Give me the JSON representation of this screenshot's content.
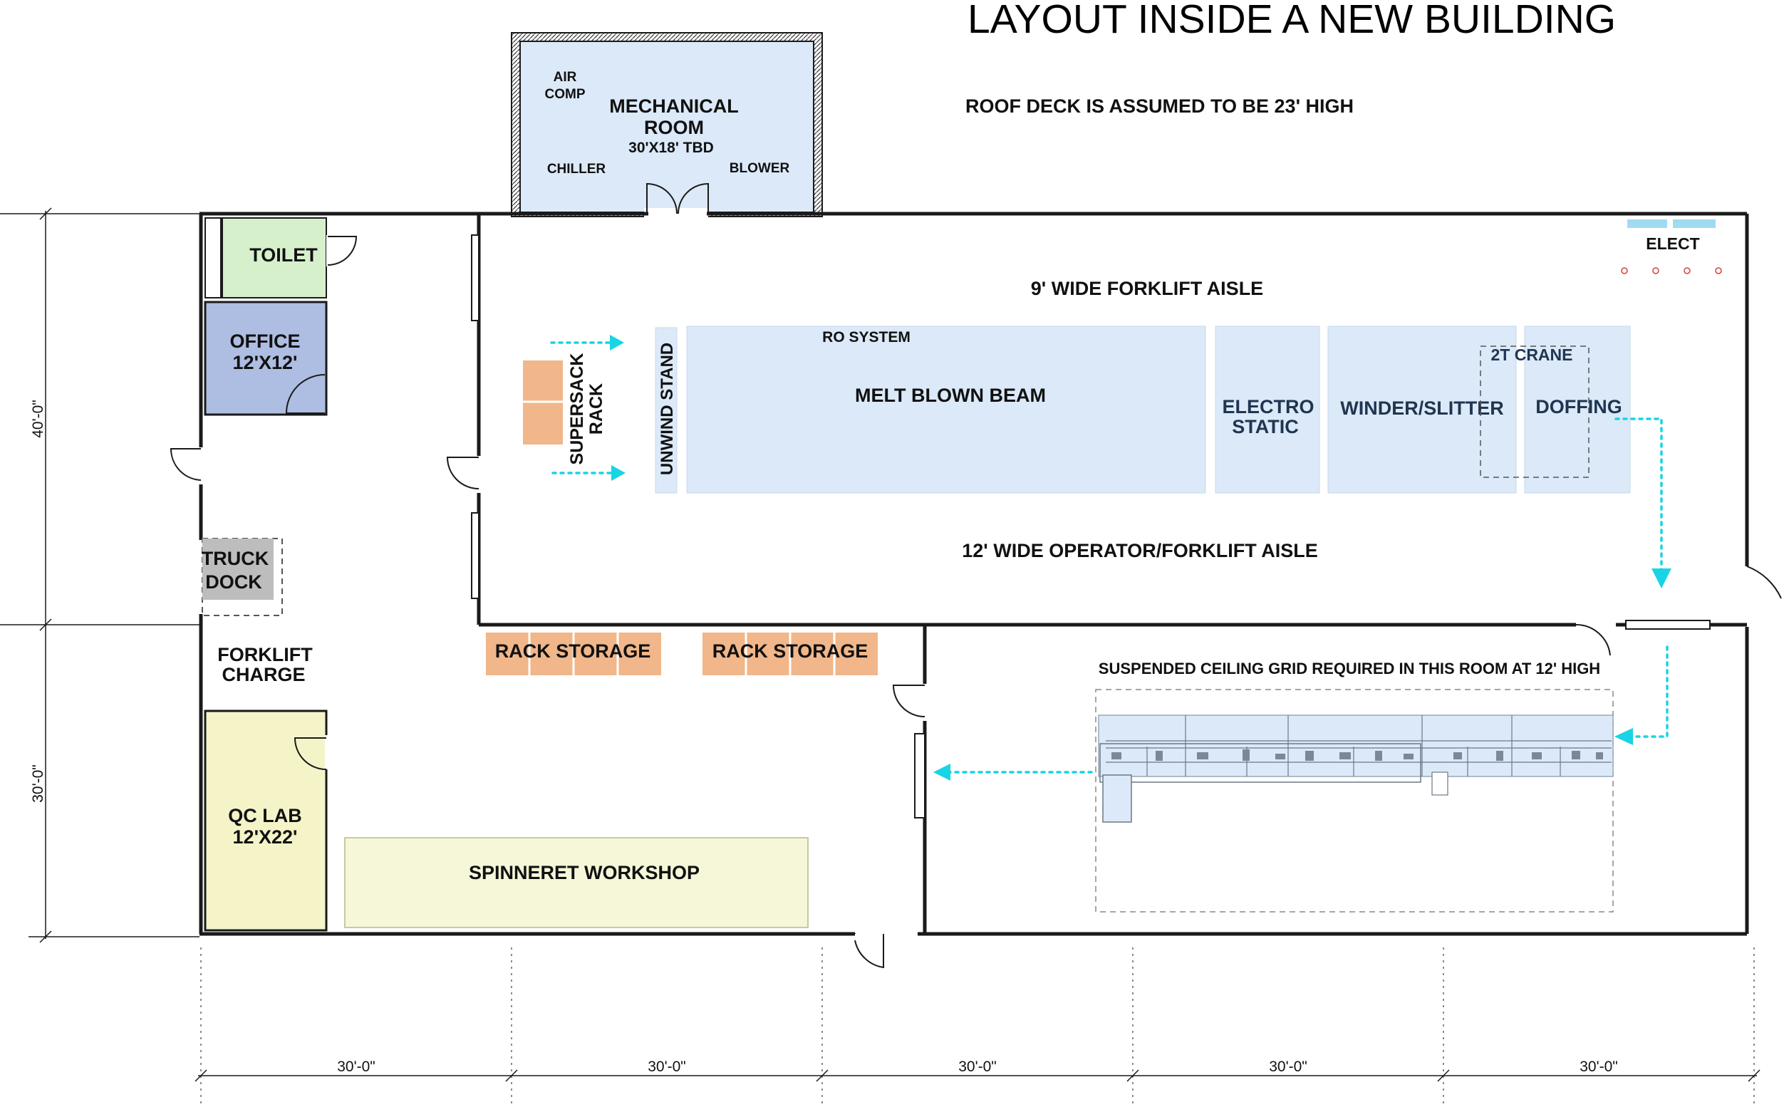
{
  "header": {
    "title": "LAYOUT INSIDE A NEW BUILDING",
    "note": "ROOF DECK IS ASSUMED TO BE  23' HIGH"
  },
  "rooms": {
    "mechanical": {
      "line1": "MECHANICAL",
      "line2": "ROOM",
      "size": "30'X18' TBD",
      "air1": "AIR",
      "air2": "COMP",
      "chiller": "CHILLER",
      "blower": "BLOWER"
    },
    "toilet": "TOILET",
    "office": {
      "name": "OFFICE",
      "size": "12'X12'"
    },
    "truck_dock": {
      "line1": "TRUCK",
      "line2": "DOCK"
    },
    "forklift_charge": {
      "line1": "FORKLIFT",
      "line2": "CHARGE"
    },
    "qc_lab": {
      "name": "QC LAB",
      "size": "12'X22'"
    },
    "spinneret_workshop": "SPINNERET WORKSHOP"
  },
  "production": {
    "aisle_top": "9' WIDE FORKLIFT AISLE",
    "aisle_bottom": "12' WIDE OPERATOR/FORKLIFT AISLE",
    "elect": "ELECT",
    "ro_system": "RO SYSTEM",
    "melt_blown_beam": "MELT BLOWN BEAM",
    "unwind_stand": "UNWIND STAND",
    "supersack_rack": {
      "line1": "SUPERSACK",
      "line2": "RACK"
    },
    "electrostatic": {
      "line1": "ELECTRO",
      "line2": "STATIC"
    },
    "winder_slitter": "WINDER/SLITTER",
    "doffing": "DOFFING",
    "crane": "2T CRANE"
  },
  "storage": {
    "rack_storage_left": "RACK STORAGE",
    "rack_storage_right": "RACK STORAGE"
  },
  "converting_room": {
    "note": "SUSPENDED CEILING GRID REQUIRED IN THIS ROOM AT 12' HIGH"
  },
  "dimensions": {
    "left_upper": "40'-0\"",
    "left_lower": "30'-0\"",
    "bottom": [
      "30'-0\"",
      "30'-0\"",
      "30'-0\"",
      "30'-0\"",
      "30'-0\""
    ]
  },
  "colors": {
    "equipment_blue": "#dbe9f8",
    "office_blue": "#aebde2",
    "toilet_green": "#d6f0cc",
    "qc_yellow": "#f4f4c8",
    "workshop_yellow": "#f6f6d8",
    "rack_orange": "#f1b689",
    "truck_gray": "#bdbdbd",
    "flow_arrow": "#18d4e4"
  }
}
